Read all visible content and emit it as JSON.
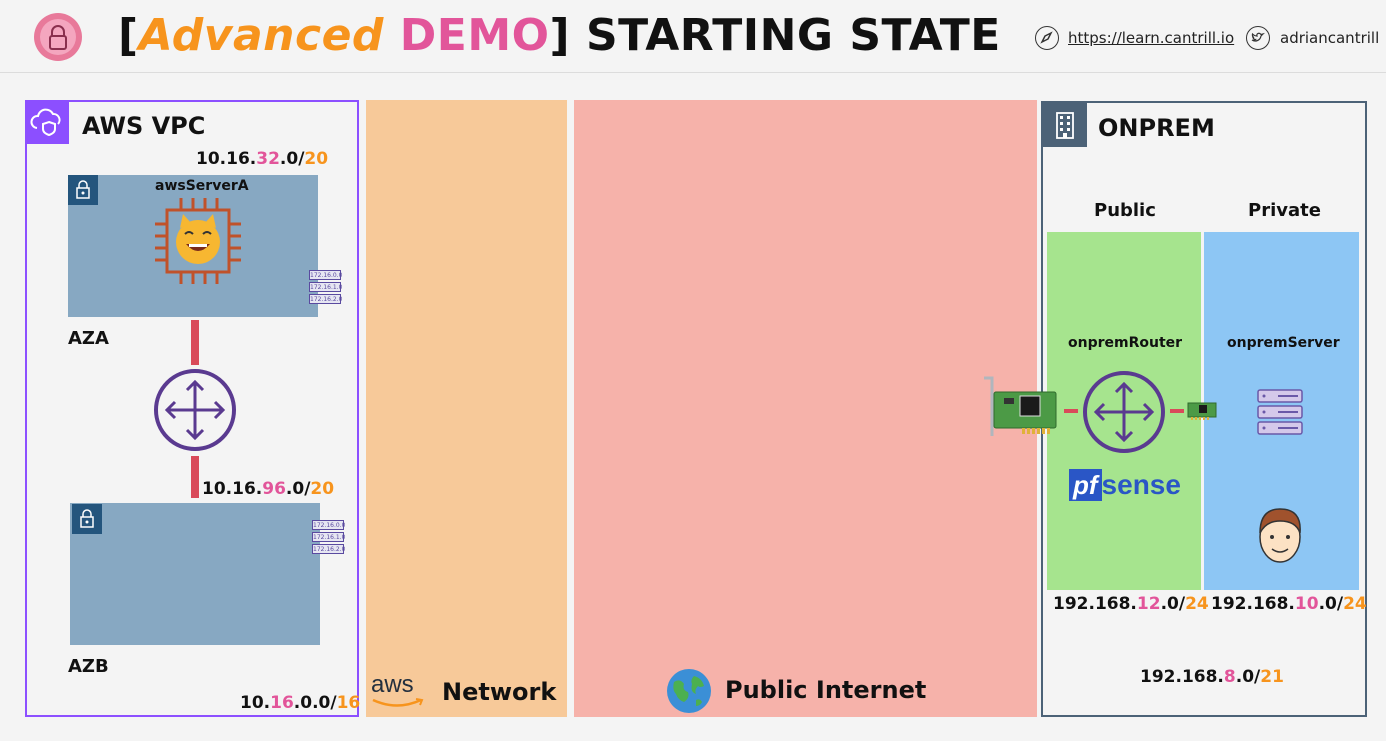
{
  "header": {
    "title_open": "[",
    "title_advanced": "Advanced",
    "title_demo": " DEMO",
    "title_rest": "] STARTING STATE",
    "website": "https://learn.cantrill.io",
    "twitter": "adriancantrill"
  },
  "aws_vpc": {
    "label": "AWS VPC",
    "cidr": {
      "a": "10.",
      "b": "16",
      "c": ".0.0/",
      "d": "16"
    },
    "subnet_a": {
      "cidr": {
        "a": "10.16.",
        "b": "32",
        "c": ".0/",
        "d": "20"
      },
      "server_label": "awsServerA",
      "az_label": "AZA",
      "route_entries": [
        "172.16.0.0",
        "172.16.1.0",
        "172.16.2.0"
      ]
    },
    "subnet_b": {
      "cidr": {
        "a": "10.16.",
        "b": "96",
        "c": ".0/",
        "d": "20"
      },
      "az_label": "AZB",
      "route_entries": [
        "172.16.0.0",
        "172.16.1.0",
        "172.16.2.0"
      ]
    }
  },
  "aws_network": {
    "logo_text": "aws",
    "label": "Network"
  },
  "public_internet": {
    "label": "Public Internet"
  },
  "onprem": {
    "label": "ONPREM",
    "public_label": "Public",
    "private_label": "Private",
    "router_label": "onpremRouter",
    "server_label": "onpremServer",
    "pfsense_pf": "pf",
    "pfsense_sense": "sense",
    "public_cidr": {
      "a": "192.168.",
      "b": "12",
      "c": ".0/",
      "d": "24"
    },
    "private_cidr": {
      "a": "192.168.",
      "b": "10",
      "c": ".0/",
      "d": "24"
    },
    "cidr": {
      "a": "192.168.",
      "b": "8",
      "c": ".0/",
      "d": "21"
    }
  },
  "colors": {
    "vpc_border": "#8c4fff",
    "aws_network_band": "#f7c999",
    "public_internet_band": "#f6b2aa",
    "onprem_border": "#4c6277",
    "public_subnet": "#a6e48e",
    "private_subnet": "#8dc6f4",
    "aws_subnet": "#87a8c2",
    "highlight_pink": "#e2559a",
    "highlight_orange": "#f7941d"
  }
}
